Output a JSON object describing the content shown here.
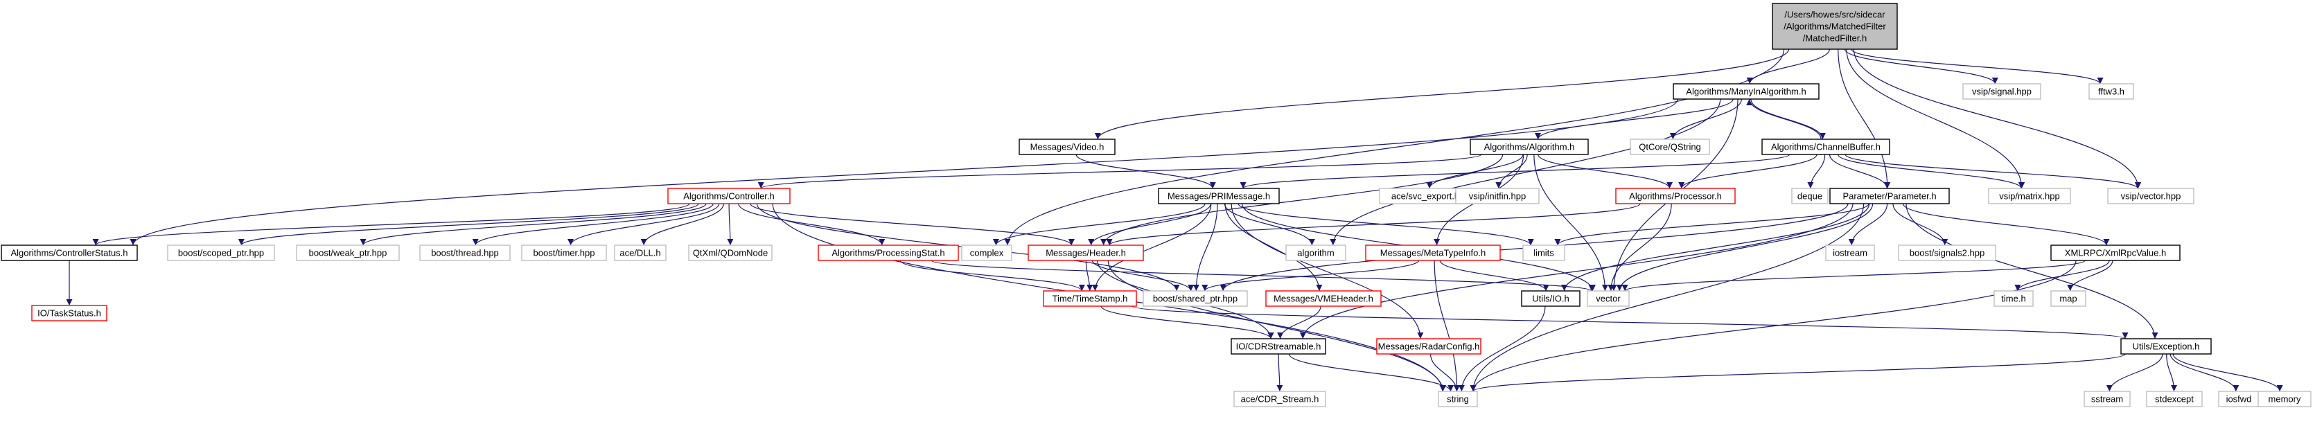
{
  "colors": {
    "edge": "#191970",
    "root_fill": "#bfbfbf",
    "documented_border": "#000000",
    "incomplete_border": "#ff0000",
    "external_border": "#bfbfbf",
    "node_fill": "#ffffff"
  },
  "nodes": [
    {
      "id": "root",
      "lines": [
        "/Users/howes/src/sidecar",
        "/Algorithms/MatchedFilter",
        "/MatchedFilter.h"
      ],
      "kind": "root"
    },
    {
      "id": "manyin",
      "lines": [
        "Algorithms/ManyInAlgorithm.h"
      ],
      "kind": "documented"
    },
    {
      "id": "signal",
      "lines": [
        "vsip/signal.hpp"
      ],
      "kind": "external"
    },
    {
      "id": "fftw3",
      "lines": [
        "fftw3.h"
      ],
      "kind": "external"
    },
    {
      "id": "video",
      "lines": [
        "Messages/Video.h"
      ],
      "kind": "documented"
    },
    {
      "id": "algorithm_h",
      "lines": [
        "Algorithms/Algorithm.h"
      ],
      "kind": "documented"
    },
    {
      "id": "qstring",
      "lines": [
        "QtCore/QString"
      ],
      "kind": "external"
    },
    {
      "id": "channelbuf",
      "lines": [
        "Algorithms/ChannelBuffer.h"
      ],
      "kind": "documented"
    },
    {
      "id": "controller",
      "lines": [
        "Algorithms/Controller.h"
      ],
      "kind": "incomplete"
    },
    {
      "id": "primessage",
      "lines": [
        "Messages/PRIMessage.h"
      ],
      "kind": "documented"
    },
    {
      "id": "acesvc",
      "lines": [
        "ace/svc_export.h"
      ],
      "kind": "external"
    },
    {
      "id": "initfin",
      "lines": [
        "vsip/initfin.hpp"
      ],
      "kind": "external"
    },
    {
      "id": "processor",
      "lines": [
        "Algorithms/Processor.h"
      ],
      "kind": "incomplete"
    },
    {
      "id": "deque",
      "lines": [
        "deque"
      ],
      "kind": "external"
    },
    {
      "id": "parameter",
      "lines": [
        "Parameter/Parameter.h"
      ],
      "kind": "documented"
    },
    {
      "id": "matrix",
      "lines": [
        "vsip/matrix.hpp"
      ],
      "kind": "external"
    },
    {
      "id": "vsipvector",
      "lines": [
        "vsip/vector.hpp"
      ],
      "kind": "external"
    },
    {
      "id": "ctrlstatus",
      "lines": [
        "Algorithms/ControllerStatus.h"
      ],
      "kind": "documented"
    },
    {
      "id": "scopedptr",
      "lines": [
        "boost/scoped_ptr.hpp"
      ],
      "kind": "external"
    },
    {
      "id": "weakptr",
      "lines": [
        "boost/weak_ptr.hpp"
      ],
      "kind": "external"
    },
    {
      "id": "thread",
      "lines": [
        "boost/thread.hpp"
      ],
      "kind": "external"
    },
    {
      "id": "timer",
      "lines": [
        "boost/timer.hpp"
      ],
      "kind": "external"
    },
    {
      "id": "acedll",
      "lines": [
        "ace/DLL.h"
      ],
      "kind": "external"
    },
    {
      "id": "qdomnode",
      "lines": [
        "QtXml/QDomNode"
      ],
      "kind": "external"
    },
    {
      "id": "procstat",
      "lines": [
        "Algorithms/ProcessingStat.h"
      ],
      "kind": "incomplete"
    },
    {
      "id": "complex",
      "lines": [
        "complex"
      ],
      "kind": "external"
    },
    {
      "id": "header",
      "lines": [
        "Messages/Header.h"
      ],
      "kind": "incomplete"
    },
    {
      "id": "algorithm_std",
      "lines": [
        "algorithm"
      ],
      "kind": "external"
    },
    {
      "id": "limits",
      "lines": [
        "limits"
      ],
      "kind": "external"
    },
    {
      "id": "metatype",
      "lines": [
        "Messages/MetaTypeInfo.h"
      ],
      "kind": "incomplete"
    },
    {
      "id": "iostream",
      "lines": [
        "iostream"
      ],
      "kind": "external"
    },
    {
      "id": "signals2",
      "lines": [
        "boost/signals2.hpp"
      ],
      "kind": "external"
    },
    {
      "id": "xmlrpc",
      "lines": [
        "XMLRPC/XmlRpcValue.h"
      ],
      "kind": "documented"
    },
    {
      "id": "taskstatus",
      "lines": [
        "IO/TaskStatus.h"
      ],
      "kind": "incomplete"
    },
    {
      "id": "timestamp",
      "lines": [
        "Time/TimeStamp.h"
      ],
      "kind": "incomplete"
    },
    {
      "id": "sharedptr",
      "lines": [
        "boost/shared_ptr.hpp"
      ],
      "kind": "external"
    },
    {
      "id": "vmeheader",
      "lines": [
        "Messages/VMEHeader.h"
      ],
      "kind": "incomplete"
    },
    {
      "id": "utilsio",
      "lines": [
        "Utils/IO.h"
      ],
      "kind": "documented"
    },
    {
      "id": "vector",
      "lines": [
        "vector"
      ],
      "kind": "external"
    },
    {
      "id": "timeh",
      "lines": [
        "time.h"
      ],
      "kind": "external"
    },
    {
      "id": "map",
      "lines": [
        "map"
      ],
      "kind": "external"
    },
    {
      "id": "cdrstream",
      "lines": [
        "IO/CDRStreamable.h"
      ],
      "kind": "documented"
    },
    {
      "id": "radarconfig",
      "lines": [
        "Messages/RadarConfig.h"
      ],
      "kind": "incomplete"
    },
    {
      "id": "exception",
      "lines": [
        "Utils/Exception.h"
      ],
      "kind": "documented"
    },
    {
      "id": "acecdr",
      "lines": [
        "ace/CDR_Stream.h"
      ],
      "kind": "external"
    },
    {
      "id": "string",
      "lines": [
        "string"
      ],
      "kind": "external"
    },
    {
      "id": "sstream",
      "lines": [
        "sstream"
      ],
      "kind": "external"
    },
    {
      "id": "stdexcept",
      "lines": [
        "stdexcept"
      ],
      "kind": "external"
    },
    {
      "id": "iosfwd",
      "lines": [
        "iosfwd"
      ],
      "kind": "external"
    },
    {
      "id": "memory",
      "lines": [
        "memory"
      ],
      "kind": "external"
    }
  ],
  "edges": [
    [
      "root",
      "manyin"
    ],
    [
      "root",
      "signal"
    ],
    [
      "root",
      "fftw3"
    ],
    [
      "root",
      "video"
    ],
    [
      "root",
      "complex"
    ],
    [
      "root",
      "parameter"
    ],
    [
      "root",
      "matrix"
    ],
    [
      "root",
      "vsipvector"
    ],
    [
      "manyin",
      "algorithm_h"
    ],
    [
      "manyin",
      "qstring"
    ],
    [
      "manyin",
      "channelbuf"
    ],
    [
      "manyin",
      "vector"
    ],
    [
      "manyin",
      "ctrlstatus"
    ],
    [
      "manyin",
      "algorithm_std"
    ],
    [
      "video",
      "primessage"
    ],
    [
      "algorithm_h",
      "controller"
    ],
    [
      "algorithm_h",
      "acesvc"
    ],
    [
      "algorithm_h",
      "initfin"
    ],
    [
      "algorithm_h",
      "processor"
    ],
    [
      "algorithm_h",
      "metatype"
    ],
    [
      "algorithm_h",
      "header"
    ],
    [
      "algorithm_h",
      "vector"
    ],
    [
      "channelbuf",
      "manyin"
    ],
    [
      "channelbuf",
      "primessage"
    ],
    [
      "channelbuf",
      "processor"
    ],
    [
      "channelbuf",
      "deque"
    ],
    [
      "channelbuf",
      "parameter"
    ],
    [
      "channelbuf",
      "matrix"
    ],
    [
      "channelbuf",
      "vsipvector"
    ],
    [
      "controller",
      "ctrlstatus"
    ],
    [
      "controller",
      "scopedptr"
    ],
    [
      "controller",
      "weakptr"
    ],
    [
      "controller",
      "thread"
    ],
    [
      "controller",
      "timer"
    ],
    [
      "controller",
      "acedll"
    ],
    [
      "controller",
      "qdomnode"
    ],
    [
      "controller",
      "procstat"
    ],
    [
      "controller",
      "header"
    ],
    [
      "controller",
      "sharedptr"
    ],
    [
      "controller",
      "string"
    ],
    [
      "primessage",
      "complex"
    ],
    [
      "primessage",
      "header"
    ],
    [
      "primessage",
      "algorithm_std"
    ],
    [
      "primessage",
      "limits"
    ],
    [
      "primessage",
      "timestamp"
    ],
    [
      "primessage",
      "sharedptr"
    ],
    [
      "primessage",
      "vmeheader"
    ],
    [
      "primessage",
      "radarconfig"
    ],
    [
      "primessage",
      "vector"
    ],
    [
      "processor",
      "header"
    ],
    [
      "processor",
      "vector"
    ],
    [
      "parameter",
      "limits"
    ],
    [
      "parameter",
      "iostream"
    ],
    [
      "parameter",
      "signals2"
    ],
    [
      "parameter",
      "xmlrpc"
    ],
    [
      "parameter",
      "exception"
    ],
    [
      "parameter",
      "sharedptr"
    ],
    [
      "parameter",
      "utilsio"
    ],
    [
      "parameter",
      "vector"
    ],
    [
      "parameter",
      "cdrstream"
    ],
    [
      "parameter",
      "string"
    ],
    [
      "ctrlstatus",
      "taskstatus"
    ],
    [
      "procstat",
      "timestamp"
    ],
    [
      "procstat",
      "vector"
    ],
    [
      "header",
      "timestamp"
    ],
    [
      "header",
      "sharedptr"
    ],
    [
      "header",
      "cdrstream"
    ],
    [
      "header",
      "string"
    ],
    [
      "metatype",
      "sharedptr"
    ],
    [
      "metatype",
      "utilsio"
    ],
    [
      "metatype",
      "string"
    ],
    [
      "xmlrpc",
      "vector"
    ],
    [
      "xmlrpc",
      "timeh"
    ],
    [
      "xmlrpc",
      "map"
    ],
    [
      "xmlrpc",
      "string"
    ],
    [
      "timestamp",
      "cdrstream"
    ],
    [
      "timestamp",
      "exception"
    ],
    [
      "vmeheader",
      "cdrstream"
    ],
    [
      "utilsio",
      "string"
    ],
    [
      "cdrstream",
      "acecdr"
    ],
    [
      "cdrstream",
      "string"
    ],
    [
      "radarconfig",
      "string"
    ],
    [
      "exception",
      "sstream"
    ],
    [
      "exception",
      "stdexcept"
    ],
    [
      "exception",
      "iosfwd"
    ],
    [
      "exception",
      "memory"
    ],
    [
      "exception",
      "string"
    ]
  ]
}
